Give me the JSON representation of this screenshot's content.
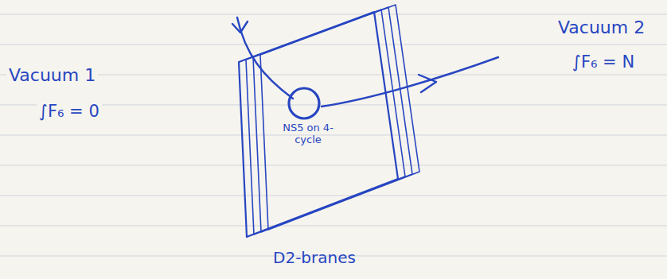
{
  "diagram": {
    "nodes": [
      {
        "text": [
          "D2-branes"
        ]
      },
      {
        "text": [
          "NS5 on 4-cycle"
        ],
        "in": 0
      }
    ],
    "labels": [
      "Vacuum 1",
      "∫F₆ = 0",
      "Vacuum 2",
      "∫F₆ = N"
    ]
  }
}
